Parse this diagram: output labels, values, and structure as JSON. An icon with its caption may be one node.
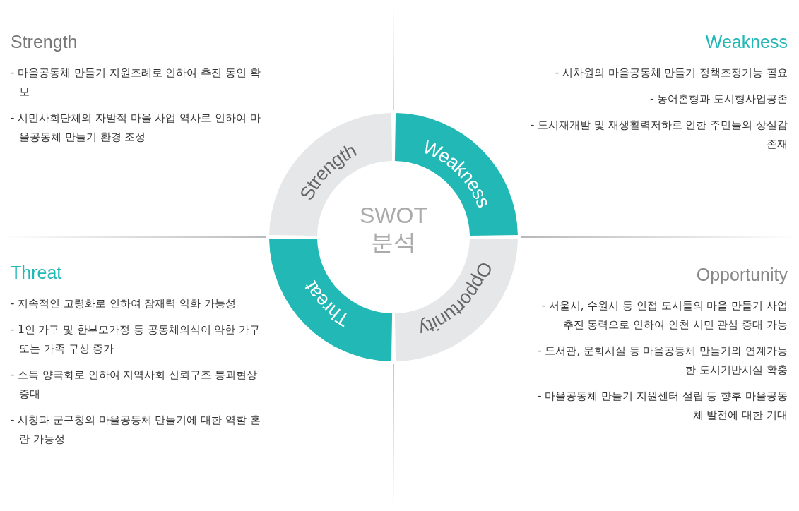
{
  "diagram": {
    "nodes": [
      {
        "text": [
          "SWOT 분석"
        ]
      },
      {
        "text": [
          "Strength"
        ]
      },
      {
        "text": [
          "Weakness"
        ]
      },
      {
        "text": [
          "Opportunity"
        ]
      },
      {
        "text": [
          "Threat"
        ]
      },
      {
        "text": [
          "Strength",
          "- 마을공동체 만들기 지원조례로 인하여 추진 동인 확보",
          "- 시민사회단체의 자발적 마을 사업 역사로 인하여 마을공동체 만들기 환경 조성"
        ]
      },
      {
        "text": [
          "Weakness",
          "- 시차원의 마을공동체 만들기 정책조정기능 필요",
          "- 농어촌형과 도시형사업공존",
          "- 도시재개발 및 재생활력저하로 인한 주민들의 상실감 존재"
        ]
      },
      {
        "text": [
          "Threat",
          "- 지속적인 고령화로 인하여 잠재력 약화 가능성",
          "- 1인 가구 및 한부모가정 등 공동체의식이 약한 가구 또는 가족 구성 증가",
          "- 소득 양극화로 인하여 지역사회 신뢰구조 붕괴현상 증대",
          "- 시청과 군구청의 마을공동체 만들기에 대한 역할 혼란 가능성"
        ]
      },
      {
        "text": [
          "Opportunity",
          "- 서울시, 수원시 등 인접 도시들의 마을 만들기 사업 추진 동력으로 인하여 인천 시민 관심 증대 가능",
          "- 도서관, 문화시설 등 마을공동체 만들기와 연계가능한 도시기반시설 확충",
          "- 마을공동체 만들기 지원센터 설립 등 향후 마을공동체 발전에 대한 기대"
        ]
      }
    ],
    "edges": []
  }
}
